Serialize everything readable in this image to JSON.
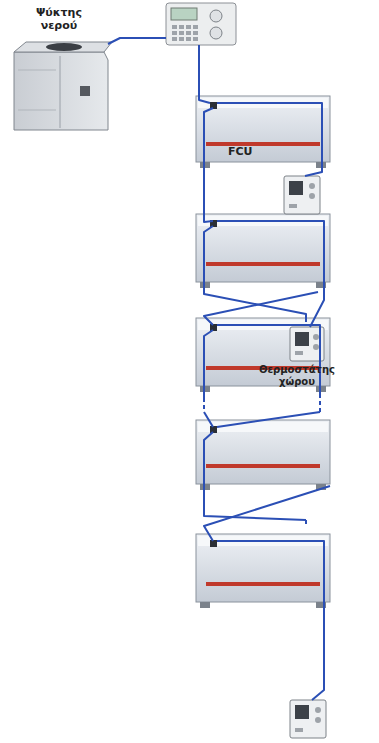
{
  "diagram": {
    "nodes": [
      {
        "text": [
          "Ψύκτης νερού"
        ]
      },
      {
        "text": [
          "FCU"
        ]
      },
      {
        "text": [
          "Θερμοστάτης χώρου"
        ]
      }
    ]
  }
}
